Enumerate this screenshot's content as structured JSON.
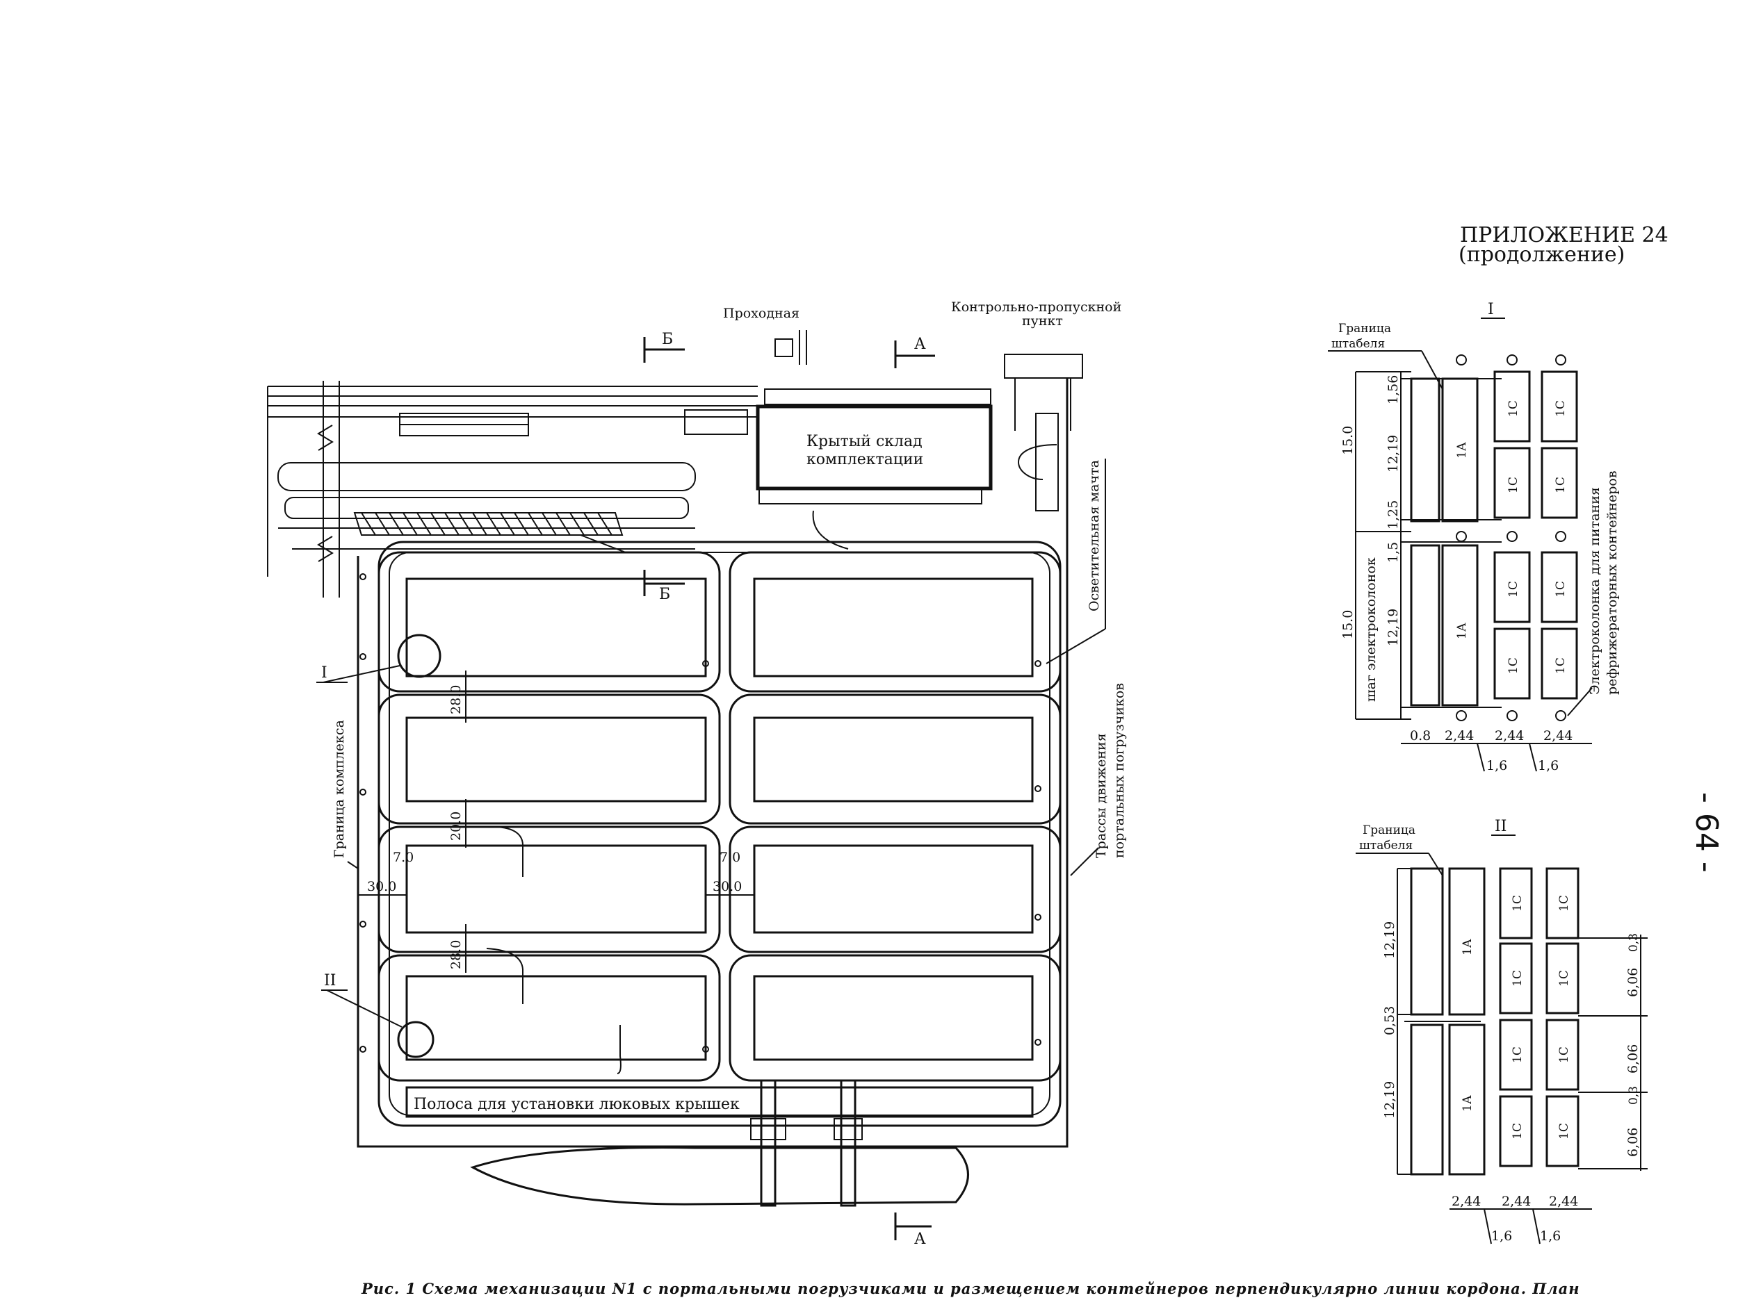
{
  "header": {
    "appendix": "ПРИЛОЖЕНИЕ 24",
    "continuation": "(продолжение)"
  },
  "page_number": "- 64 -",
  "plan": {
    "checkpoint_small": "Проходная",
    "control_point_line1": "Контрольно-пропускной",
    "control_point_line2": "пункт",
    "warehouse_line1": "Крытый склад",
    "warehouse_line2": "комплектации",
    "lighting_mast": "Осветительная мачта",
    "boundary_complex": "Граница комплекса",
    "traffic_routes_line1": "Трассы движения",
    "traffic_routes_line2": "портальных погрузчиков",
    "hatch_strip": "Полоса для установки люковых крышек",
    "section_A": "А",
    "section_B": "Б",
    "marker_I": "I",
    "marker_II": "II",
    "dims": {
      "d28a": "28.0",
      "d20": "20.0",
      "d28b": "28.0",
      "d7a": "7.0",
      "d7b": "7.0",
      "d30a": "30.0",
      "d30b": "30.0"
    }
  },
  "detail_I": {
    "title": "I",
    "stack_boundary_line1": "Граница",
    "stack_boundary_line2": "штабеля",
    "pole_step": "шаг электроколонок",
    "power_column_line1": "Электроколонка для питания",
    "power_column_line2": "рефрижераторных контейнеров",
    "label_1A": "1А",
    "label_1C": "1С",
    "dims": {
      "d156": "1,56",
      "d1219a": "12,19",
      "d125": "1,25",
      "d15": "1,5",
      "d1219b": "12,19",
      "d150a": "15.0",
      "d150b": "15.0",
      "d08": "0.8",
      "d244a": "2,44",
      "d244b": "2,44",
      "d244c": "2,44",
      "d16a": "1,6",
      "d16b": "1,6"
    }
  },
  "detail_II": {
    "title": "II",
    "stack_boundary_line1": "Граница",
    "stack_boundary_line2": "штабеля",
    "label_1A": "1А",
    "label_1C": "1С",
    "dims": {
      "d1219a": "12,19",
      "d053": "0,53",
      "d1219b": "12,19",
      "d606a": "6,06",
      "d606b": "6,06",
      "d606c": "6,06",
      "d03a": "0,3",
      "d03b": "0,3",
      "d244a": "2,44",
      "d244b": "2,44",
      "d244c": "2,44",
      "d16a": "1,6",
      "d16b": "1,6"
    }
  },
  "caption": "Рис. 1 Схема механизации N1 с портальными погрузчиками и размещением контейнеров перпендикулярно линии кордона. План"
}
